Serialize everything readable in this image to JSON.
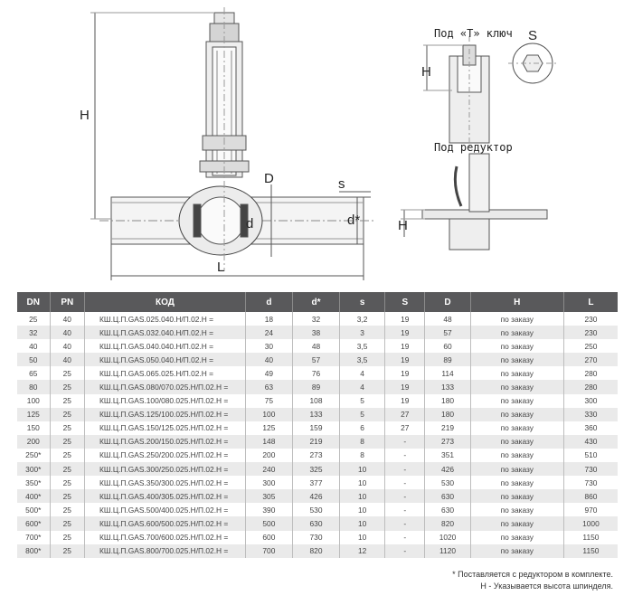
{
  "drawing": {
    "labels": {
      "H": "H",
      "D": "D",
      "d": "d",
      "d_star": "d*",
      "s": "s",
      "L": "L",
      "S": "S",
      "H_small": "H"
    },
    "caption_key": "Под «Т» ключ",
    "caption_reducer": "Под редуктор"
  },
  "table": {
    "headers": [
      "DN",
      "PN",
      "КОД",
      "d",
      "d*",
      "s",
      "S",
      "D",
      "H",
      "L"
    ],
    "rows": [
      [
        "25",
        "40",
        "КШ.Ц.П.GAS.025.040.Н/П.02.Н =",
        "18",
        "32",
        "3,2",
        "19",
        "48",
        "по заказу",
        "230"
      ],
      [
        "32",
        "40",
        "КШ.Ц.П.GAS.032.040.Н/П.02.Н =",
        "24",
        "38",
        "3",
        "19",
        "57",
        "по заказу",
        "230"
      ],
      [
        "40",
        "40",
        "КШ.Ц.П.GAS.040.040.Н/П.02.Н =",
        "30",
        "48",
        "3,5",
        "19",
        "60",
        "по заказу",
        "250"
      ],
      [
        "50",
        "40",
        "КШ.Ц.П.GAS.050.040.Н/П.02.Н =",
        "40",
        "57",
        "3,5",
        "19",
        "89",
        "по заказу",
        "270"
      ],
      [
        "65",
        "25",
        "КШ.Ц.П.GAS.065.025.Н/П.02.Н =",
        "49",
        "76",
        "4",
        "19",
        "114",
        "по заказу",
        "280"
      ],
      [
        "80",
        "25",
        "КШ.Ц.П.GAS.080/070.025.Н/П.02.Н =",
        "63",
        "89",
        "4",
        "19",
        "133",
        "по заказу",
        "280"
      ],
      [
        "100",
        "25",
        "КШ.Ц.П.GAS.100/080.025.Н/П.02.Н =",
        "75",
        "108",
        "5",
        "19",
        "180",
        "по заказу",
        "300"
      ],
      [
        "125",
        "25",
        "КШ.Ц.П.GAS.125/100.025.Н/П.02.Н =",
        "100",
        "133",
        "5",
        "27",
        "180",
        "по заказу",
        "330"
      ],
      [
        "150",
        "25",
        "КШ.Ц.П.GAS.150/125.025.Н/П.02.Н =",
        "125",
        "159",
        "6",
        "27",
        "219",
        "по заказу",
        "360"
      ],
      [
        "200",
        "25",
        "КШ.Ц.П.GAS.200/150.025.Н/П.02.Н =",
        "148",
        "219",
        "8",
        "-",
        "273",
        "по заказу",
        "430"
      ],
      [
        "250*",
        "25",
        "КШ.Ц.П.GAS.250/200.025.Н/П.02.Н =",
        "200",
        "273",
        "8",
        "-",
        "351",
        "по заказу",
        "510"
      ],
      [
        "300*",
        "25",
        "КШ.Ц.П.GAS.300/250.025.Н/П.02.Н =",
        "240",
        "325",
        "10",
        "-",
        "426",
        "по заказу",
        "730"
      ],
      [
        "350*",
        "25",
        "КШ.Ц.П.GAS.350/300.025.Н/П.02.Н =",
        "300",
        "377",
        "10",
        "-",
        "530",
        "по заказу",
        "730"
      ],
      [
        "400*",
        "25",
        "КШ.Ц.П.GAS.400/305.025.Н/П.02.Н =",
        "305",
        "426",
        "10",
        "-",
        "630",
        "по заказу",
        "860"
      ],
      [
        "500*",
        "25",
        "КШ.Ц.П.GAS.500/400.025.Н/П.02.Н =",
        "390",
        "530",
        "10",
        "-",
        "630",
        "по заказу",
        "970"
      ],
      [
        "600*",
        "25",
        "КШ.Ц.П.GAS.600/500.025.Н/П.02.Н =",
        "500",
        "630",
        "10",
        "-",
        "820",
        "по заказу",
        "1000"
      ],
      [
        "700*",
        "25",
        "КШ.Ц.П.GAS.700/600.025.Н/П.02.Н =",
        "600",
        "730",
        "10",
        "-",
        "1020",
        "по заказу",
        "1150"
      ],
      [
        "800*",
        "25",
        "КШ.Ц.П.GAS.800/700.025.Н/П.02.Н =",
        "700",
        "820",
        "12",
        "-",
        "1120",
        "по заказу",
        "1150"
      ]
    ]
  },
  "notes": {
    "reducer": "* Поставляется с редуктором в комплекте.",
    "height": "Н - Указывается высота шпинделя."
  }
}
